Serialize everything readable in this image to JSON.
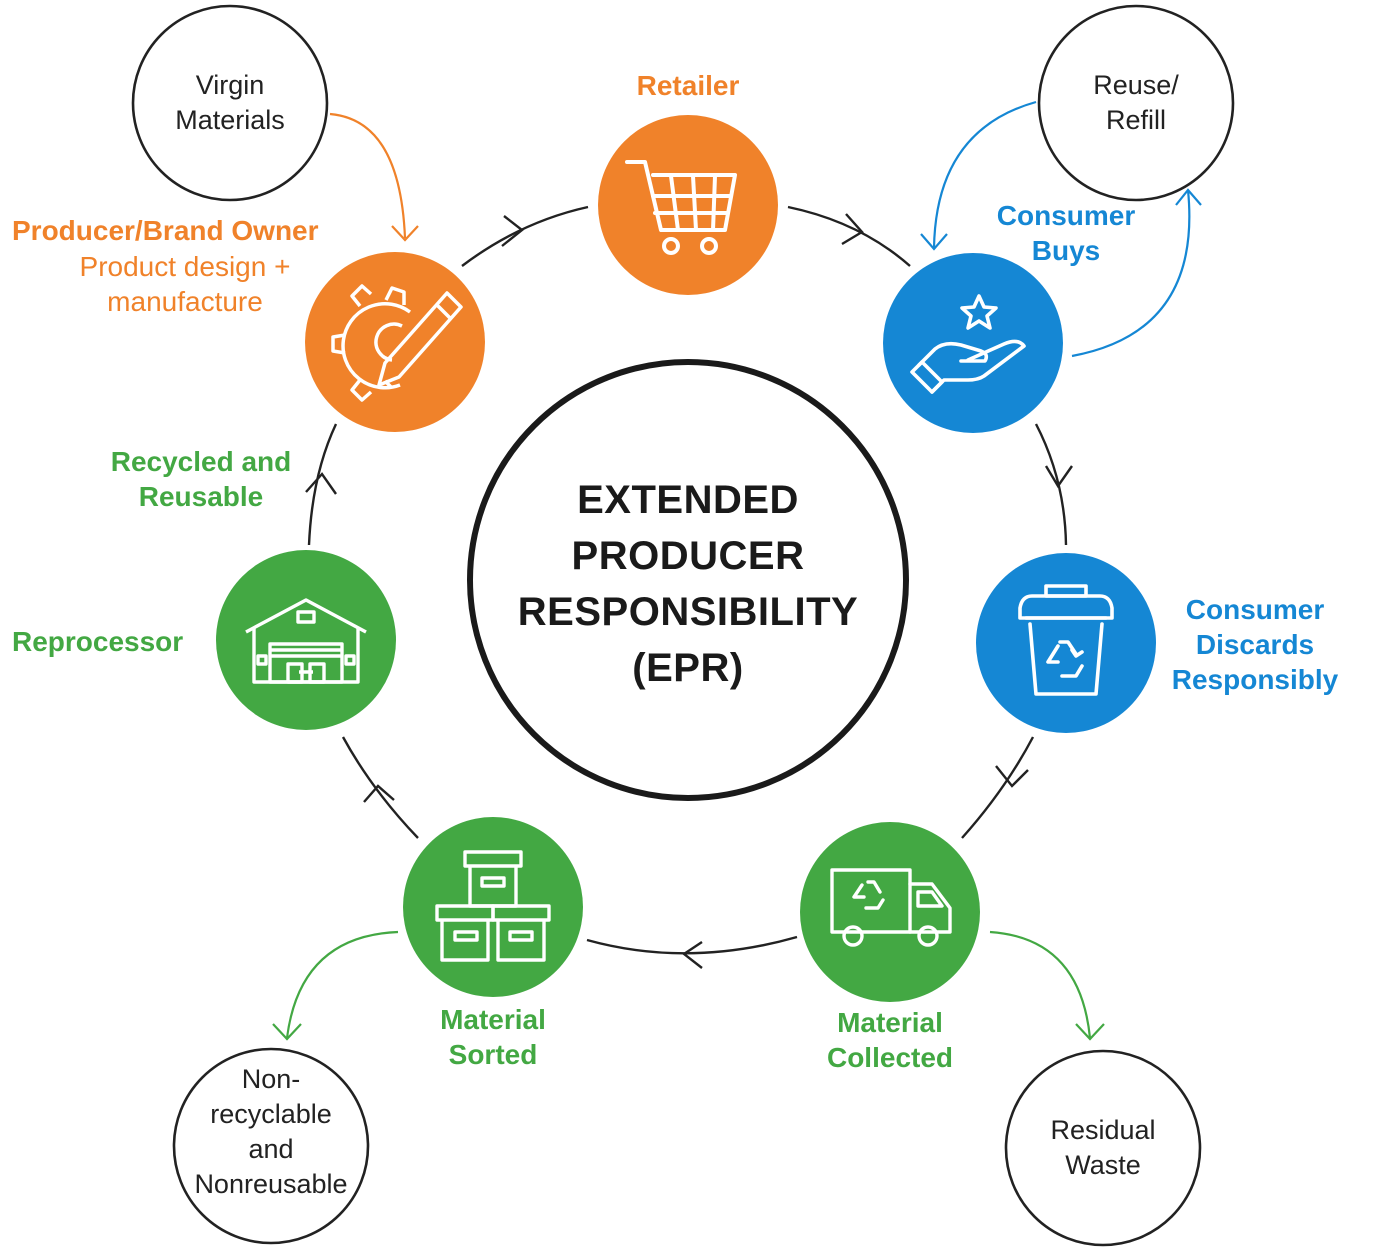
{
  "center": {
    "lines": [
      "EXTENDED",
      "PRODUCER",
      "RESPONSIBILITY",
      "(EPR)"
    ]
  },
  "stages": {
    "producer": {
      "title": "Producer/Brand Owner",
      "subtitle_1": "Product design +",
      "subtitle_2": "manufacture",
      "icon": "gear-pencil-icon"
    },
    "retailer": {
      "title": "Retailer",
      "icon": "shopping-cart-icon"
    },
    "consumer_buys": {
      "title_1": "Consumer",
      "title_2": "Buys",
      "icon": "hand-star-icon"
    },
    "consumer_discards": {
      "title_1": "Consumer",
      "title_2": "Discards",
      "title_3": "Responsibly",
      "icon": "recycle-bin-icon"
    },
    "material_collected": {
      "title_1": "Material",
      "title_2": "Collected",
      "icon": "recycling-truck-icon"
    },
    "material_sorted": {
      "title_1": "Material",
      "title_2": "Sorted",
      "icon": "stacked-boxes-icon"
    },
    "reprocessor": {
      "title": "Reprocessor",
      "icon": "warehouse-icon"
    },
    "recycled": {
      "title_1": "Recycled and",
      "title_2": "Reusable"
    }
  },
  "outer_nodes": {
    "virgin": {
      "line_1": "Virgin",
      "line_2": "Materials"
    },
    "reuse": {
      "line_1": "Reuse/",
      "line_2": "Refill"
    },
    "residual": {
      "line_1": "Residual",
      "line_2": "Waste"
    },
    "nonrecyclable": {
      "line_1": "Non-",
      "line_2": "recyclable",
      "line_3": "and",
      "line_4": "Nonreusable"
    }
  },
  "colors": {
    "orange": "#F0822A",
    "blue": "#1587D4",
    "green": "#43A843",
    "dark": "#222222"
  }
}
